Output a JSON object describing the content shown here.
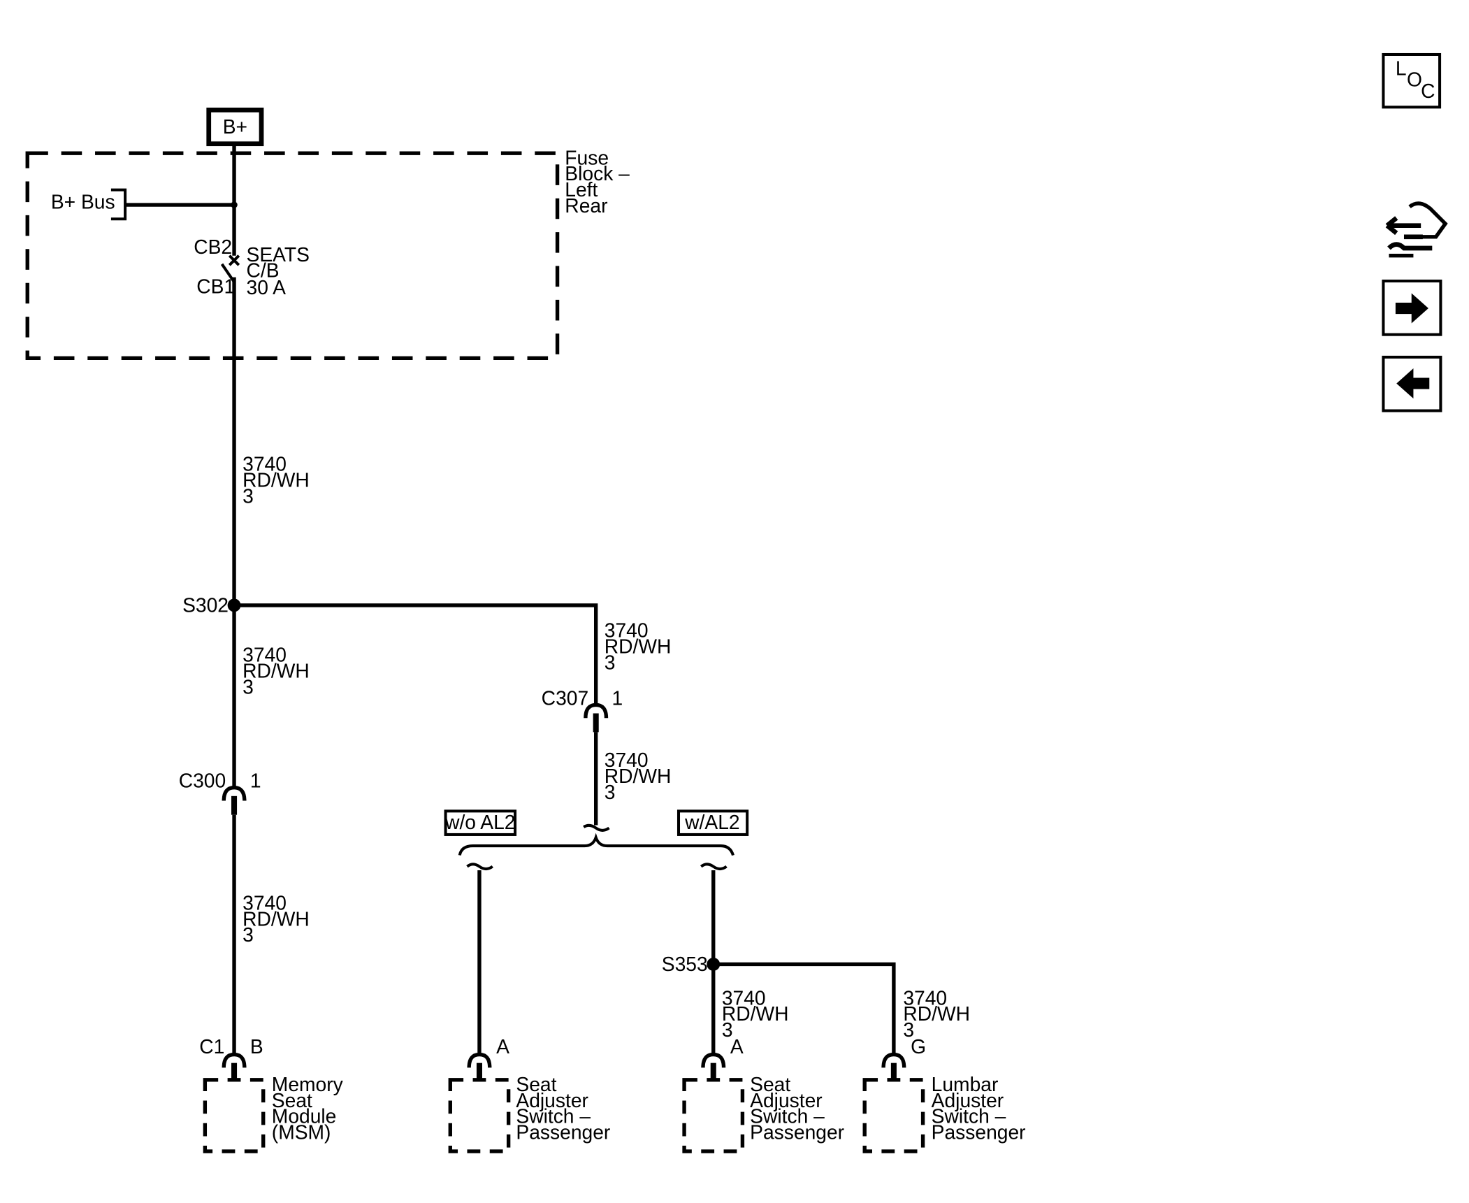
{
  "power": {
    "source_label": "B+"
  },
  "fuse_block": {
    "name_lines": [
      "Fuse",
      "Block –",
      "Left",
      "Rear"
    ],
    "bus_label": "B+ Bus",
    "cb_in": "CB2",
    "cb_out": "CB1",
    "breaker_lines": [
      "SEATS",
      "C/B",
      "30 A"
    ]
  },
  "wire": {
    "circuit": "3740",
    "color": "RD/WH",
    "size": "3"
  },
  "splices": {
    "s302": "S302",
    "s353": "S353"
  },
  "connectors": {
    "c300": {
      "name": "C300",
      "pin": "1"
    },
    "c307": {
      "name": "C307",
      "pin": "1"
    },
    "c1": {
      "name": "C1",
      "pin": "B"
    },
    "msw_a": {
      "pin": "A"
    },
    "pass_a": {
      "pin": "A"
    },
    "lumbar_g": {
      "pin": "G"
    }
  },
  "options": {
    "without": "w/o AL2",
    "with": "w/AL2"
  },
  "components": {
    "msm": [
      "Memory",
      "Seat",
      "Module",
      "(MSM)"
    ],
    "seat_switch_1": [
      "Seat",
      "Adjuster",
      "Switch –",
      "Passenger"
    ],
    "seat_switch_2": [
      "Seat",
      "Adjuster",
      "Switch –",
      "Passenger"
    ],
    "lumbar_switch": [
      "Lumbar",
      "Adjuster",
      "Switch –",
      "Passenger"
    ]
  },
  "nav": {
    "loc_letters": [
      "L",
      "O",
      "C"
    ],
    "icons": [
      "loc-icon",
      "component-view-icon",
      "next-arrow-icon",
      "previous-arrow-icon"
    ]
  }
}
